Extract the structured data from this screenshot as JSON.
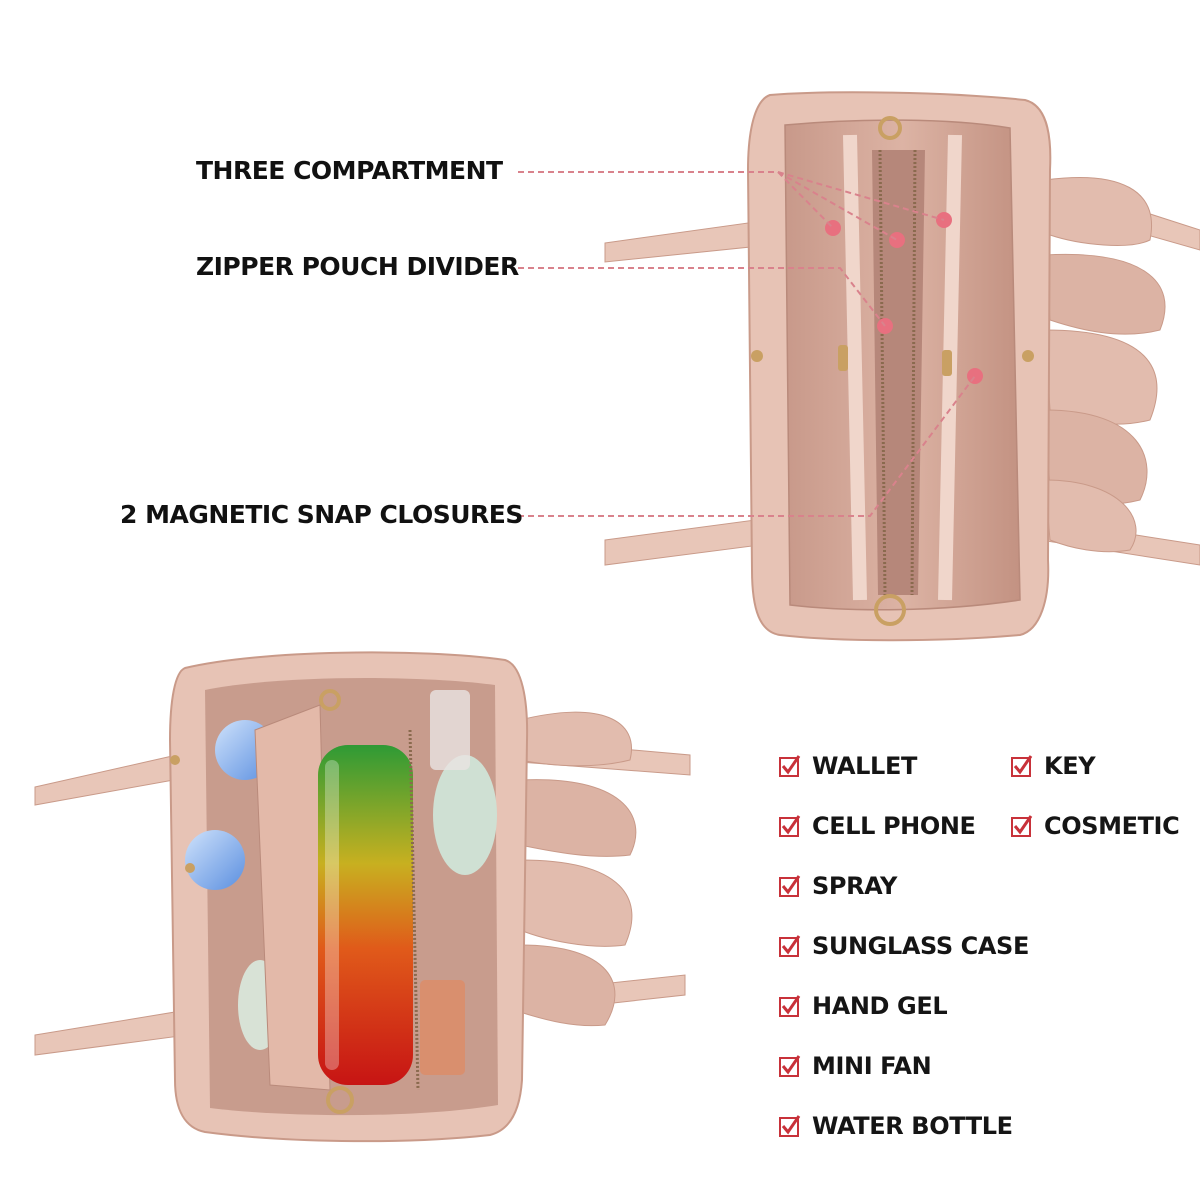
{
  "callouts": [
    {
      "id": "three-compartment",
      "label": "THREE COMPARTMENT"
    },
    {
      "id": "zipper-pouch-divider",
      "label": "ZIPPER POUCH DIVIDER"
    },
    {
      "id": "magnetic-snap-closures",
      "label": "2 MAGNETIC SNAP CLOSURES"
    }
  ],
  "checklist": {
    "left": [
      "WALLET",
      "CELL PHONE",
      "SPRAY",
      "SUNGLASS CASE",
      "HAND GEL",
      "MINI FAN",
      "WATER BOTTLE"
    ],
    "right": [
      "KEY",
      "COSMETIC"
    ]
  },
  "colors": {
    "leather": "#e7c3b5",
    "leather_dark": "#c99a89",
    "lining": "#d6ab9c",
    "lining_shadow": "#a9786b",
    "marker": "#e8707f",
    "callout_line": "#d9828c",
    "check_red": "#c8323a",
    "hardware": "#c9a063"
  },
  "icons": {
    "check": "checkbox-check-icon",
    "marker": "callout-dot-icon"
  }
}
